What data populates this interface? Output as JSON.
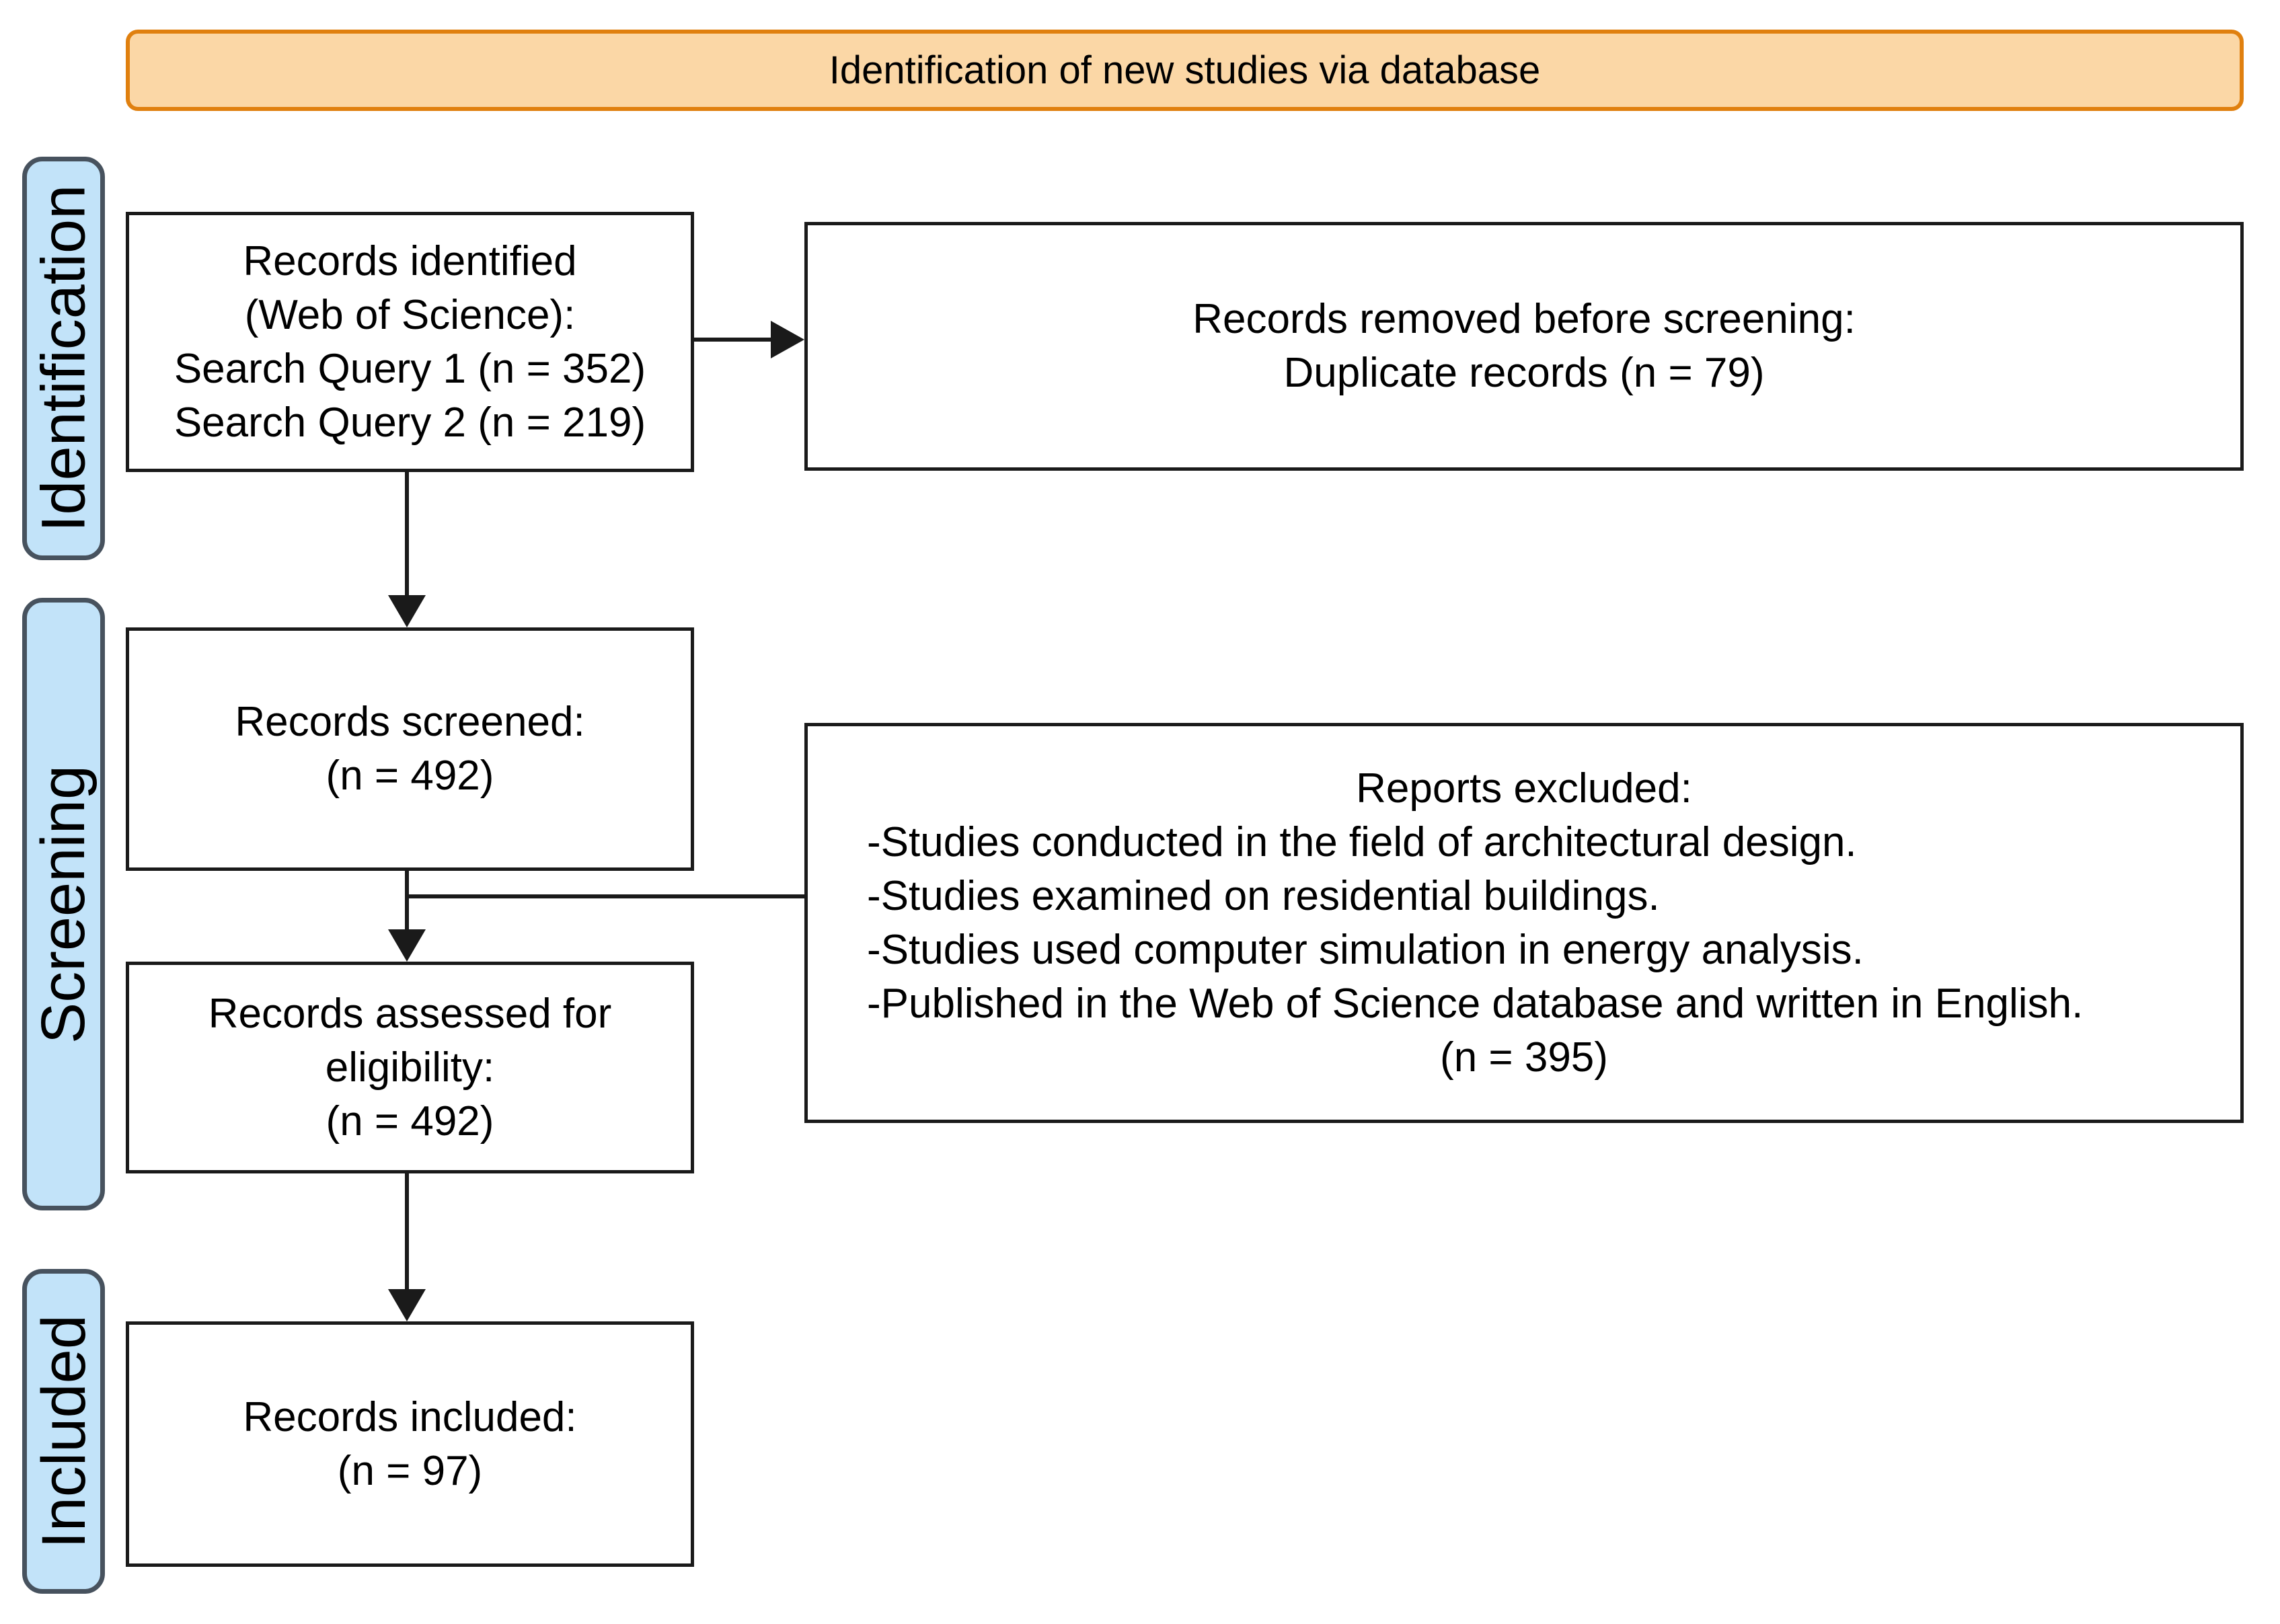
{
  "banner": {
    "title": "Identification of new studies via database"
  },
  "stages": {
    "identification": "Identification",
    "screening": "Screening",
    "included": "Included"
  },
  "boxes": {
    "identified": {
      "line1": "Records identified",
      "line2": "(Web of Science):",
      "line3": "Search Query 1 (n = 352)",
      "line4": "Search Query 2 (n = 219)"
    },
    "removed": {
      "line1": "Records removed before screening:",
      "line2": "Duplicate records (n = 79)"
    },
    "screened": {
      "line1": "Records screened:",
      "line2": "(n = 492)"
    },
    "excluded": {
      "title": "Reports excluded:",
      "bullet1": "-Studies conducted in the field of architectural design.",
      "bullet2": "-Studies examined on residential buildings.",
      "bullet3": "-Studies used computer simulation in energy analysis.",
      "bullet4": "-Published in the Web of Science database and written in English.",
      "count": "(n = 395)"
    },
    "assessed": {
      "line1": "Records assessed for",
      "line2": "eligibility:",
      "line3": "(n = 492)"
    },
    "included": {
      "line1": "Records included:",
      "line2": "(n = 97)"
    }
  },
  "colors": {
    "banner-fill": "#FBD7A6",
    "banner-border": "#E0800F",
    "stage-fill": "#C2E3F9",
    "stage-border": "#47525E",
    "box-border": "#1A1A1A",
    "box-fill": "#FFFFFF",
    "line-color": "#1A1A1A",
    "text-color": "#000000",
    "page-bg": "#FFFFFF"
  }
}
